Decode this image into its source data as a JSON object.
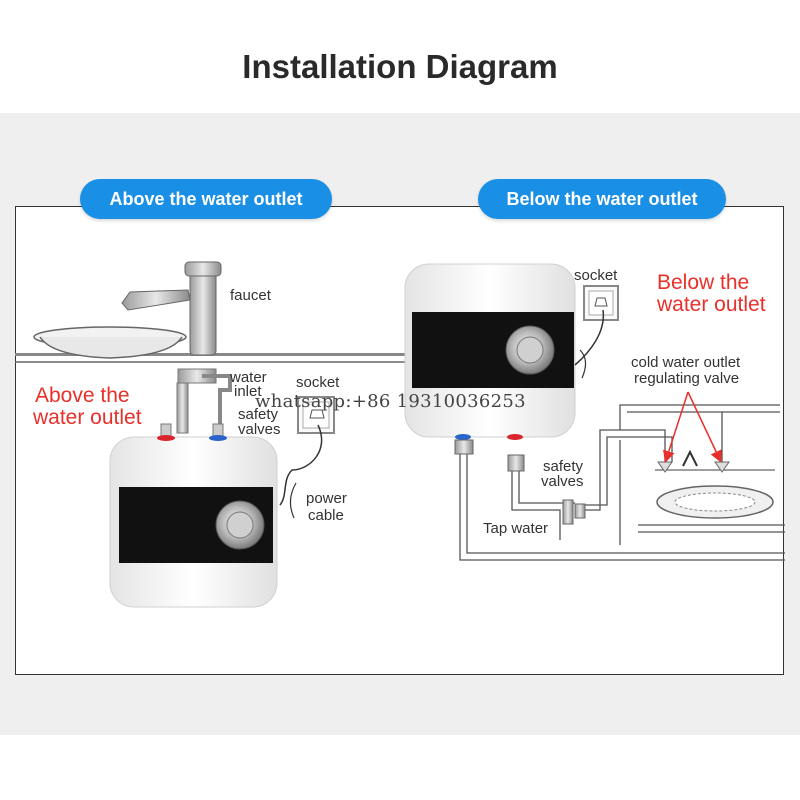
{
  "title": "Installation Diagram",
  "left_panel": {
    "badge": "Above the water outlet",
    "side_label": [
      "Above the",
      "water outlet"
    ],
    "labels": {
      "faucet": "faucet",
      "water_inlet": [
        "water",
        "inlet"
      ],
      "socket": "socket",
      "safety_valves": [
        "safety",
        "valves"
      ],
      "power_cable": [
        "power",
        "cable"
      ]
    }
  },
  "right_panel": {
    "badge": "Below the water outlet",
    "side_label": [
      "Below the",
      "water outlet"
    ],
    "labels": {
      "socket": "socket",
      "cold_valve": [
        "cold water outlet",
        "regulating valve"
      ],
      "safety_valves": [
        "safety",
        "valves"
      ],
      "tap_water": "Tap water"
    }
  },
  "watermark": "whatsapp:+86  19310036253",
  "colors": {
    "badge_blue": "#1a8fe6",
    "accent_red": "#e8302a",
    "hot_red": "#d9262c",
    "cold_blue": "#2a63c9",
    "panel_black": "#111111"
  }
}
